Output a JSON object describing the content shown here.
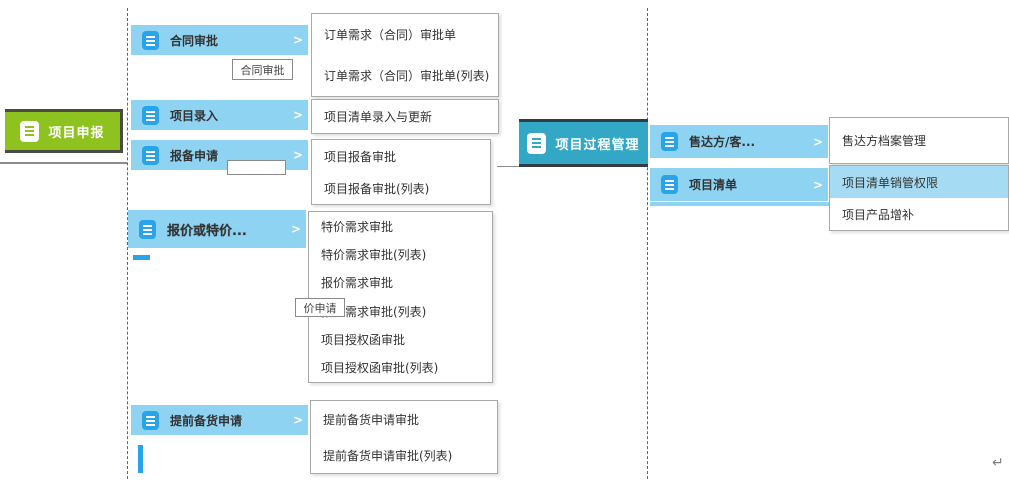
{
  "left_root": {
    "label": "项目申报"
  },
  "left_menus": [
    {
      "label": "合同审批",
      "submenu": [
        "订单需求（合同）审批单",
        "订单需求（合同）审批单(列表)"
      ]
    },
    {
      "label": "项目录入",
      "submenu": [
        "项目清单录入与更新"
      ]
    },
    {
      "label": "报备申请",
      "submenu": [
        "项目报备审批",
        "项目报备审批(列表)"
      ]
    },
    {
      "label": "报价或特价...",
      "submenu": [
        "特价需求审批",
        "特价需求审批(列表)",
        "报价需求审批",
        "报价需求审批(列表)",
        "项目授权函审批",
        "项目授权函审批(列表)"
      ]
    },
    {
      "label": "提前备货申请",
      "submenu": [
        "提前备货申请审批",
        "提前备货申请审批(列表)"
      ]
    }
  ],
  "right_root": {
    "label": "项目过程管理"
  },
  "right_menus": [
    {
      "label": "售达方/客...",
      "submenu": [
        "售达方档案管理"
      ]
    },
    {
      "label": "项目清单",
      "submenu": [
        "项目清单销管权限",
        "项目产品增补"
      ],
      "highlighted_item": "项目清单销管权限"
    }
  ],
  "tooltips": {
    "contract": "合同审批",
    "price_partial": "价申请"
  },
  "icons": {
    "chevron_right": ">"
  },
  "marks": {
    "return": "↵"
  },
  "colors": {
    "bar_cyan": "#8ed3f2",
    "highlight_cyan": "#a6dcf3",
    "icon_blue": "#2aa4e8",
    "root_green": "#8dc21f",
    "root_teal": "#33a7c6",
    "dashed_line": "#4e6b7c"
  }
}
